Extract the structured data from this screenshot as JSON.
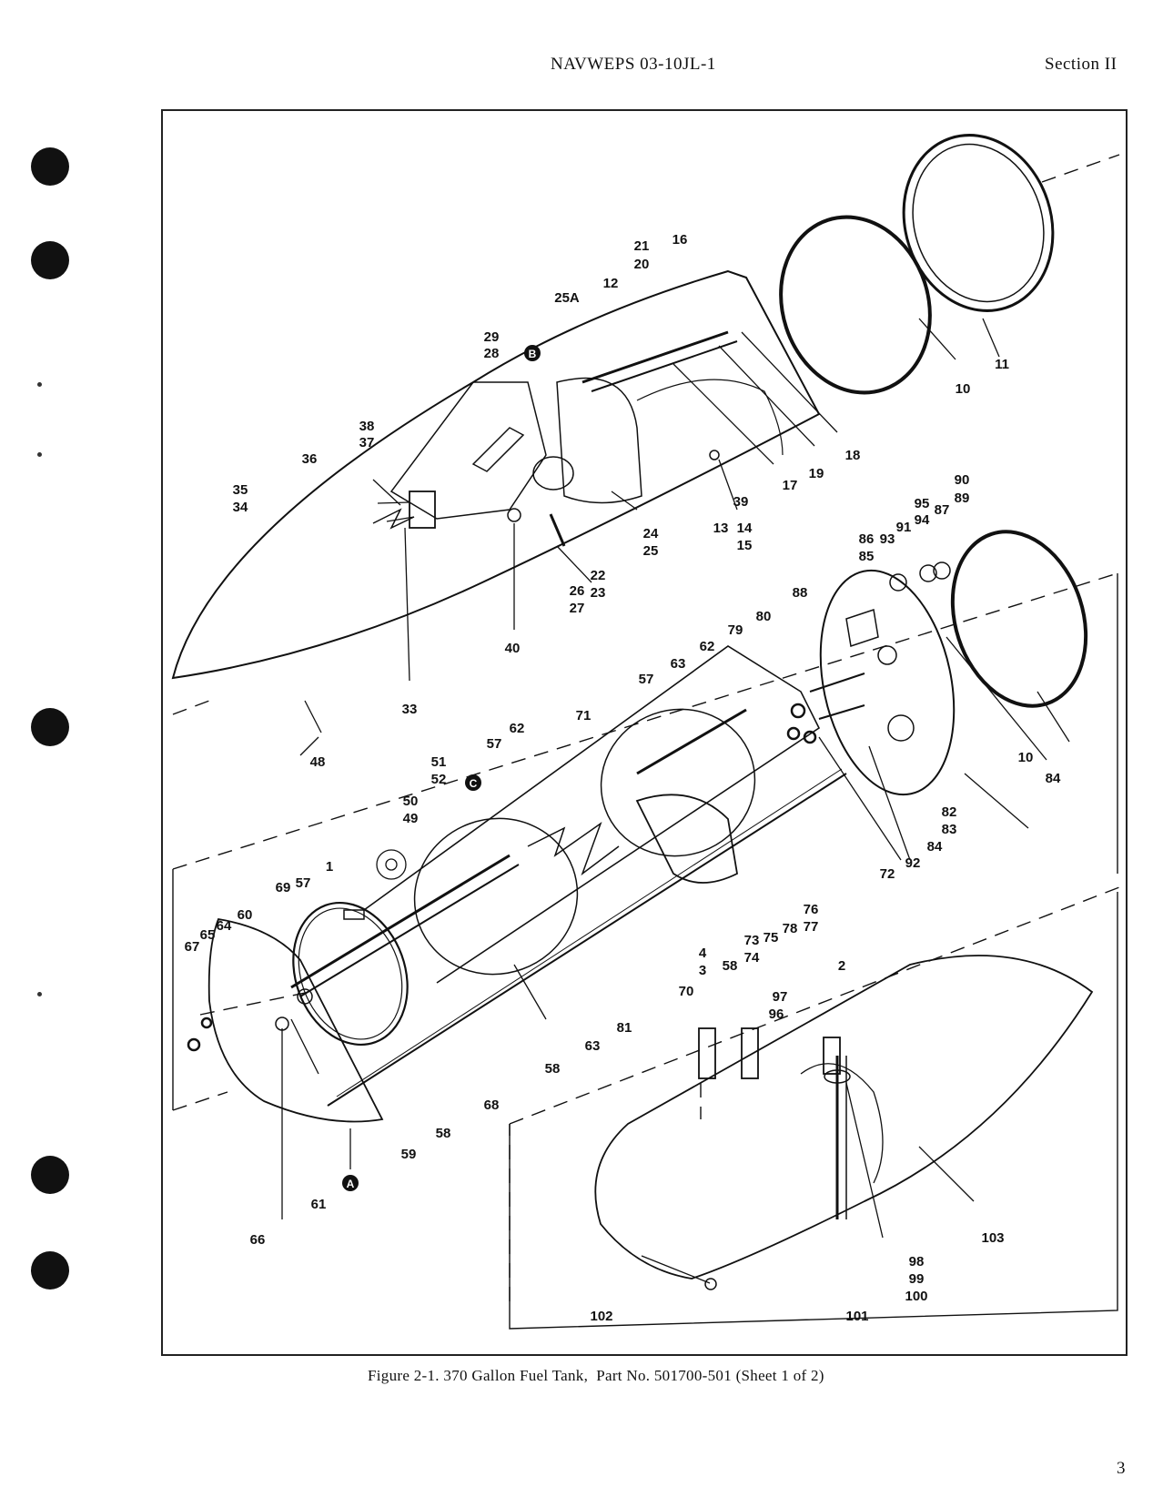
{
  "header": {
    "doc_number": "NAVWEPS 03-10JL-1",
    "section": "Section II"
  },
  "figure": {
    "label": "Figure 2-1.",
    "title": "370 Gallon Fuel Tank,  Part No. 501700-501 (Sheet 1 of 2)"
  },
  "callouts": {
    "c1": "1",
    "c2": "2",
    "c3": "3",
    "c4": "4",
    "c10a": "10",
    "c10b": "10",
    "c11": "11",
    "c12": "12",
    "c13": "13",
    "c14": "14",
    "c15": "15",
    "c16": "16",
    "c17": "17",
    "c18": "18",
    "c19": "19",
    "c20": "20",
    "c21": "21",
    "c22": "22",
    "c23": "23",
    "c24": "24",
    "c25": "25",
    "c25A": "25A",
    "c26": "26",
    "c27": "27",
    "c28": "28",
    "c29": "29",
    "c33": "33",
    "c34": "34",
    "c35": "35",
    "c36": "36",
    "c37": "37",
    "c38": "38",
    "c39": "39",
    "c40": "40",
    "c48": "48",
    "c49": "49",
    "c50": "50",
    "c51": "51",
    "c52": "52",
    "c57a": "57",
    "c57b": "57",
    "c57c": "57",
    "c58a": "58",
    "c58b": "58",
    "c58c": "58",
    "c59": "59",
    "c60": "60",
    "c61": "61",
    "c62a": "62",
    "c62b": "62",
    "c63a": "63",
    "c63b": "63",
    "c64": "64",
    "c65": "65",
    "c66": "66",
    "c67": "67",
    "c68": "68",
    "c69": "69",
    "c70": "70",
    "c71": "71",
    "c72": "72",
    "c73": "73",
    "c74": "74",
    "c75": "75",
    "c76": "76",
    "c77": "77",
    "c78": "78",
    "c79": "79",
    "c80": "80",
    "c81": "81",
    "c82": "82",
    "c83": "83",
    "c84a": "84",
    "c84b": "84",
    "c85": "85",
    "c86": "86",
    "c87": "87",
    "c88": "88",
    "c89": "89",
    "c90": "90",
    "c91": "91",
    "c92": "92",
    "c93": "93",
    "c94": "94",
    "c95": "95",
    "c96": "96",
    "c97": "97",
    "c98": "98",
    "c99": "99",
    "c100": "100",
    "c101": "101",
    "c102": "102",
    "c103": "103",
    "refA": "A",
    "refB": "B",
    "refC": "C"
  },
  "page_number": "3"
}
